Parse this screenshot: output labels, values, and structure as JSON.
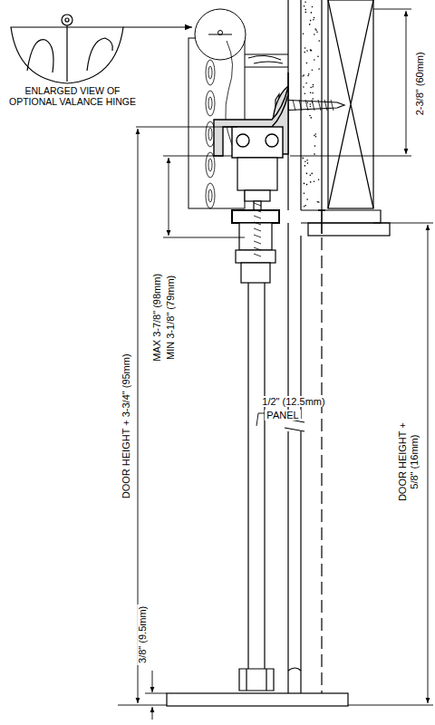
{
  "diagram": {
    "labels": [
      "ENLARGED VIEW OF OPTIONAL VALANCE HINGE",
      "2-3/8\" (60mm)",
      "MAX 3-7/8\" (98mm)",
      "MIN 3-1/8\" (79mm)",
      "DOOR HEIGHT + 3-3/4\" (95mm)",
      "1/2\" (12.5mm)",
      "PANEL",
      "DOOR HEIGHT + 5/8\" (16mm)",
      "3/8\" (9.5mm)"
    ]
  }
}
